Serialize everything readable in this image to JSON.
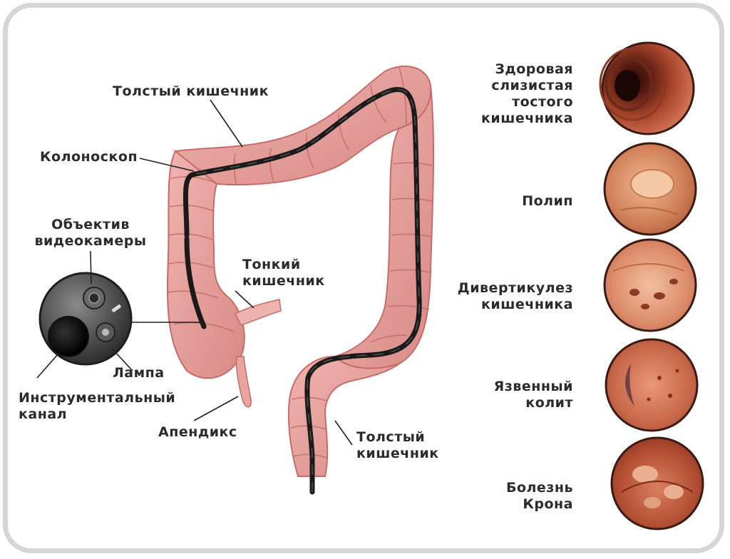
{
  "diagram": {
    "labels": {
      "large_intestine_top": "Толстый кишечник",
      "colonoscope": "Колоноскоп",
      "camera_lens": "Объектив\nвидеокамеры",
      "small_intestine": "Тонкий\nкишечник",
      "lamp": "Лампа",
      "instrument_channel": "Инструментальный\nканал",
      "appendix": "Апендикс",
      "large_intestine_bottom": "Толстый\nкишечник"
    },
    "conditions": [
      {
        "label": "Здоровая\nслизистая\nтостого\nкишечника",
        "image": "healthy-mucosa-image"
      },
      {
        "label": "Полип",
        "image": "polyp-image"
      },
      {
        "label": "Дивертикулез\nкишечника",
        "image": "diverticulosis-image"
      },
      {
        "label": "Язвенный\nколит",
        "image": "ulcerative-colitis-image"
      },
      {
        "label": "Болезнь\nКрона",
        "image": "crohns-disease-image"
      }
    ],
    "colors": {
      "colon_fill": "#e8a3a0",
      "colon_stroke": "#c86a68",
      "scope": "#1a1a1a",
      "leader": "#222222",
      "frame": "#d6d6d6"
    }
  }
}
